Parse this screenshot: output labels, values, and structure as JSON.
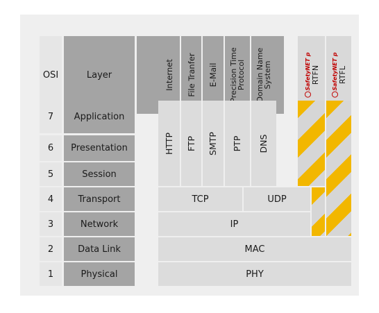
{
  "headers": {
    "osi": "OSI",
    "layer": "Layer",
    "internet": "Internet",
    "file_transfer": "File Tranfer",
    "email": "E-Mail",
    "ptp_line1": "Precision Time",
    "ptp_line2": "Protocol",
    "dns_line1": "Domain Name",
    "dns_line2": "System",
    "rtfn_brand": "SafetyNET p",
    "rtfn": "RTFN",
    "rtfl_brand": "SafetyNET p",
    "rtfl": "RTFL"
  },
  "layers": [
    {
      "num": "7",
      "name": "Application"
    },
    {
      "num": "6",
      "name": "Presentation"
    },
    {
      "num": "5",
      "name": "Session"
    },
    {
      "num": "4",
      "name": "Transport"
    },
    {
      "num": "3",
      "name": "Network"
    },
    {
      "num": "2",
      "name": "Data Link"
    },
    {
      "num": "1",
      "name": "Physical"
    }
  ],
  "protocols": {
    "http": "HTTP",
    "ftp": "FTP",
    "smtp": "SMTP",
    "ptp": "PTP",
    "dns": "DNS",
    "tcp": "TCP",
    "udp": "UDP",
    "ip": "IP",
    "mac": "MAC",
    "phy": "PHY"
  },
  "colors": {
    "stripe_yellow": "#f2b700",
    "layer_gray": "#a4a4a4",
    "brand_red": "#c00000"
  }
}
